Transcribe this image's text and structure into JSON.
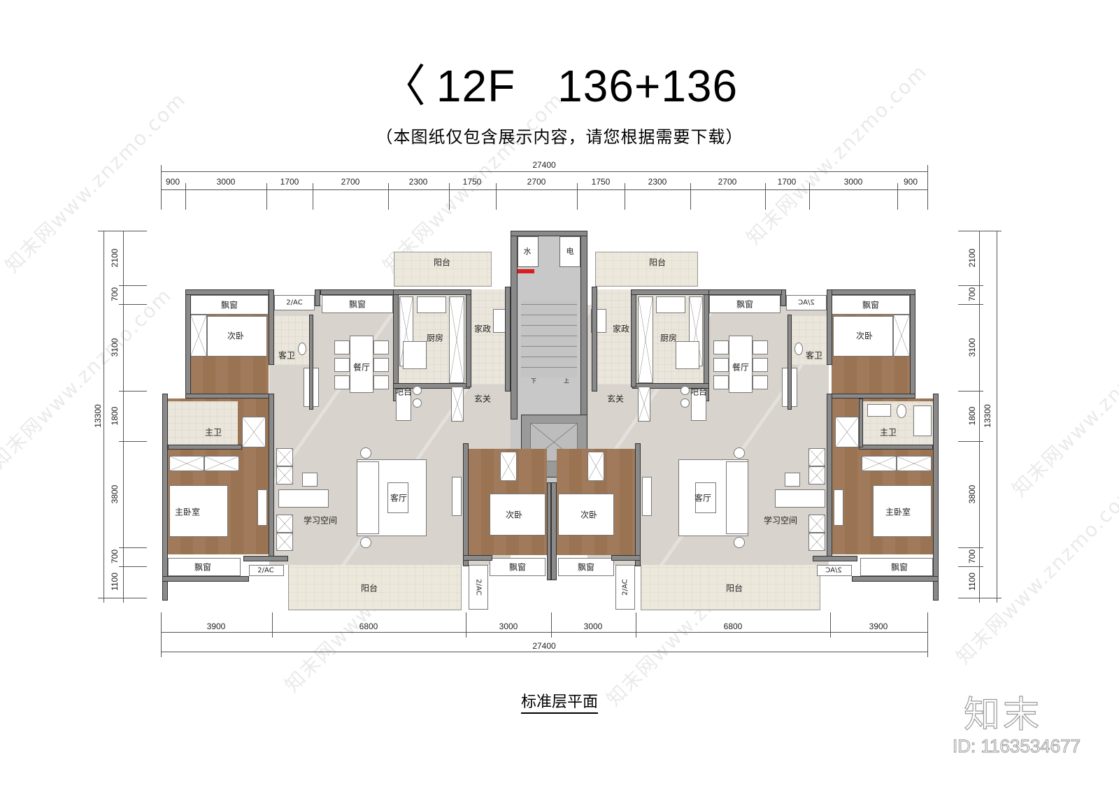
{
  "header": {
    "chevron": "〈",
    "floors": "12F",
    "unit_combo": "136+136",
    "subtitle": "（本图纸仅包含展示内容，请您根据需要下载）"
  },
  "dimensions": {
    "top_total": "27400",
    "top_segments": [
      "900",
      "3000",
      "1700",
      "2700",
      "2300",
      "1750",
      "2700",
      "1750",
      "2300",
      "2700",
      "1700",
      "3000",
      "900"
    ],
    "bottom_total": "27400",
    "bottom_segments": [
      "3900",
      "6800",
      "3000",
      "3000",
      "6800",
      "3900"
    ],
    "left_total": "13300",
    "left_segments": [
      "2100",
      "700",
      "3100",
      "1800",
      "3800",
      "700",
      "1100"
    ],
    "right_total": "13300",
    "right_segments": [
      "2100",
      "700",
      "3100",
      "1800",
      "3800",
      "700",
      "1100"
    ]
  },
  "rooms": {
    "left": {
      "balcony_top": "阳台",
      "bay_window_bedroom2": "飘窗",
      "ac_top": "2/AC",
      "bay_window_dining": "飘窗",
      "bedroom2": "次卧",
      "guest_bath": "客卫",
      "dining": "餐厅",
      "kitchen": "厨房",
      "utility": "家政",
      "bar": "吧台",
      "entry": "玄关",
      "master_bath": "主卫",
      "master_bedroom": "主卧室",
      "study": "学习空间",
      "living": "客厅",
      "bedroom3": "次卧",
      "bay_window_master": "飘窗",
      "ac_bottom": "2/AC",
      "balcony_bottom": "阳台",
      "bay_window_bedroom3": "飘窗",
      "ac_side": "2/AC"
    },
    "right": {
      "balcony_top": "阳台",
      "bay_window_bedroom2": "飘窗",
      "ac_top": "2/AC",
      "bay_window_dining": "飘窗",
      "bedroom2": "次卧",
      "guest_bath": "客卫",
      "dining": "餐厅",
      "kitchen": "厨房",
      "utility": "家政",
      "bar": "吧台",
      "entry": "玄关",
      "master_bath": "主卫",
      "master_bedroom": "主卧室",
      "study": "学习空间",
      "living": "客厅",
      "bedroom3": "次卧",
      "bay_window_master": "飘窗",
      "ac_bottom": "2/AC",
      "balcony_bottom": "阳台",
      "bay_window_bedroom3": "飘窗",
      "ac_side": "2/AC"
    },
    "core": {
      "water_shaft": "水",
      "electric_shaft": "电",
      "stair_down": "下",
      "stair_up": "上"
    }
  },
  "caption": "标准层平面",
  "branding": {
    "logo_text": "知末",
    "id_label": "ID: 1163534677",
    "watermark_text": "知末网www.znzmo.com"
  },
  "colors": {
    "wall": "#8a8a8a",
    "marble_floor": "#d8d3cc",
    "wood_floor": "#a07a5a",
    "tile_floor": "#ebe6dc",
    "core_grey": "#c8c8c8",
    "accent_red": "#d62020"
  }
}
